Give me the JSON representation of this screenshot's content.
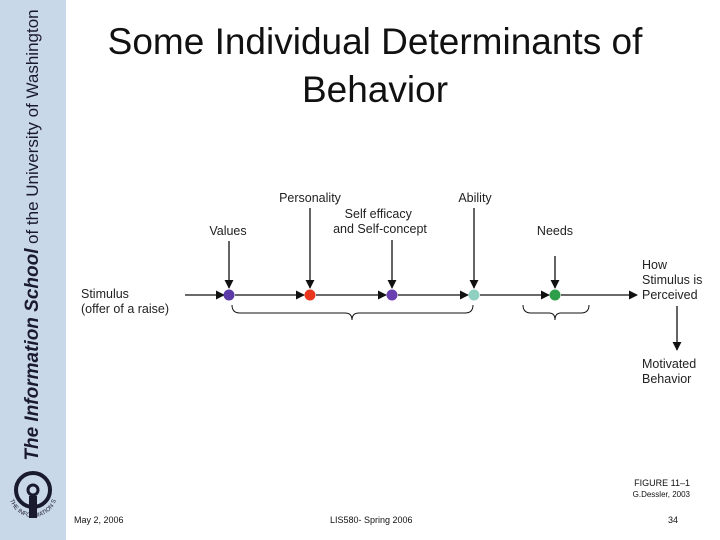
{
  "sidebar": {
    "bold_text": "The Information School",
    "thin_text": "of the University of Washington",
    "logo_text": "THE INFORMATION SCHOOL"
  },
  "slide": {
    "title_line1": "Some Individual Determinants of",
    "title_line2": "Behavior"
  },
  "diagram": {
    "stimulus": [
      "Stimulus",
      "(offer of a raise)"
    ],
    "outcome_perceived": [
      "How",
      "Stimulus is",
      "Perceived"
    ],
    "outcome_behavior": [
      "Motivated",
      "Behavior"
    ],
    "determinants": [
      {
        "key": "values",
        "lines": [
          "Values"
        ],
        "color": "#5b3aa8"
      },
      {
        "key": "personality",
        "lines": [
          "Personality"
        ],
        "color": "#e8351e"
      },
      {
        "key": "self_efficacy",
        "lines": [
          "Self efficacy",
          "and Self-concept"
        ],
        "color": "#6a3fb0"
      },
      {
        "key": "ability",
        "lines": [
          "Ability"
        ],
        "color": "#8fd0c0"
      },
      {
        "key": "needs",
        "lines": [
          "Needs"
        ],
        "color": "#2e9e4a"
      }
    ],
    "figure_label": "FIGURE 11–1",
    "figure_credit": "G.Dessler, 2003"
  },
  "footer": {
    "date": "May 2, 2006",
    "course": "LIS580- Spring 2006",
    "page": "34"
  }
}
